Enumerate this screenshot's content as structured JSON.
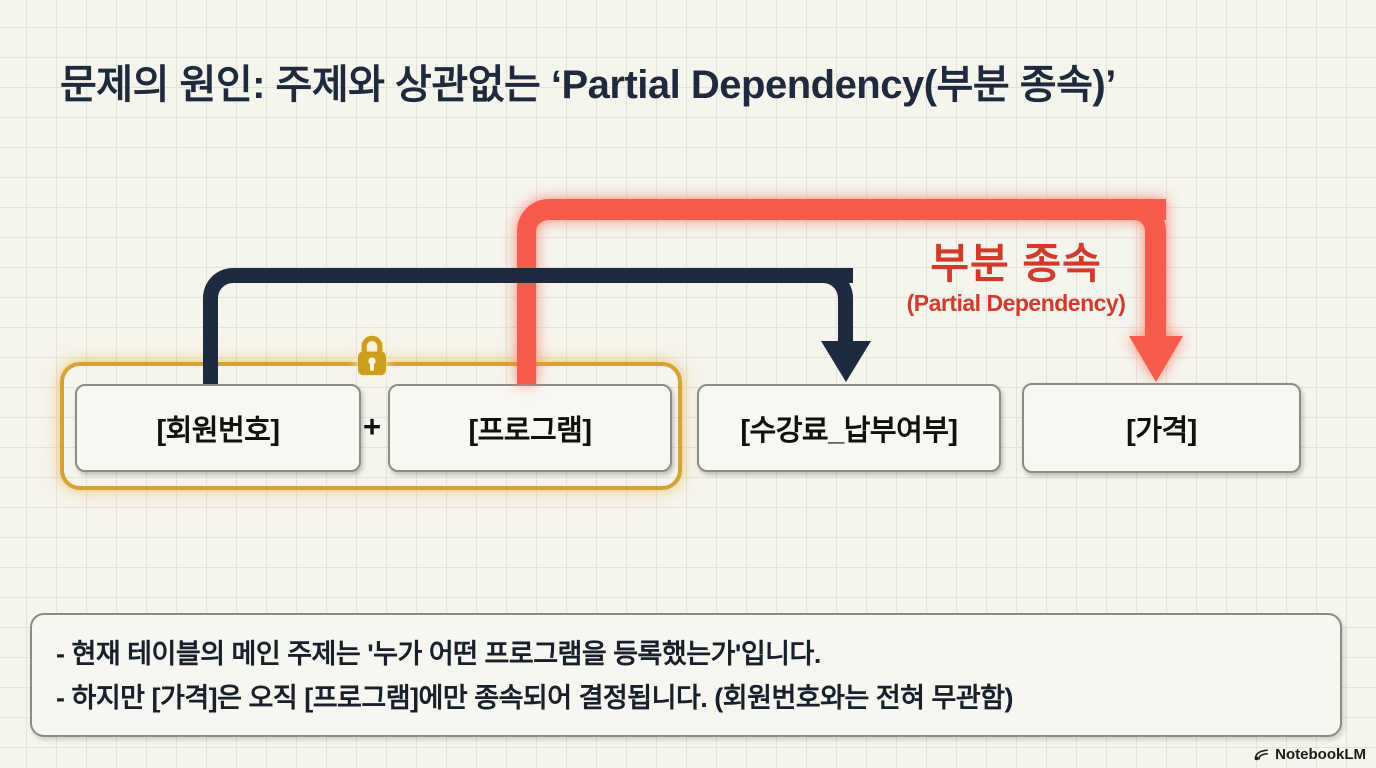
{
  "page": {
    "title": "문제의 원인: 주제와 상관없는 ‘Partial Dependency(부분 종속)’"
  },
  "colors": {
    "background": "#f5f4ed",
    "grid_line": "#e4e3da",
    "title_navy": "#1f2b3c",
    "full_dependency_arrow": "#1d2a40",
    "partial_dependency_arrow": "#f75b4d",
    "partial_label_red": "#d23a2c",
    "composite_key_gold": "#d8a233",
    "box_background": "#f8f7f2",
    "box_border": "#8d8d88"
  },
  "diagram": {
    "composite_key_group": {
      "plus": "+",
      "lock_icon": "lock-icon"
    },
    "boxes": [
      {
        "label": "[회원번호]"
      },
      {
        "label": "[프로그램]"
      },
      {
        "label": "[수강료_납부여부]"
      },
      {
        "label": "[가격]"
      }
    ],
    "arrows": [
      {
        "name": "full-dependency",
        "color": "#1d2a40",
        "from": "[회원번호]",
        "to": "[수강료_납부여부]"
      },
      {
        "name": "partial-dependency",
        "color": "#f75b4d",
        "from": "[프로그램]",
        "to": "[가격]"
      }
    ],
    "partial_label": {
      "ko": "부분 종속",
      "en": "(Partial Dependency)"
    }
  },
  "note_box": {
    "lines": [
      "- 현재 테이블의 메인 주제는 '누가 어떤 프로그램을 등록했는가'입니다.",
      "- 하지만 [가격]은 오직 [프로그램]에만 종속되어 결정됩니다. (회원번호와는 전혀 무관함)"
    ]
  },
  "footer": {
    "brand": "NotebookLM"
  }
}
